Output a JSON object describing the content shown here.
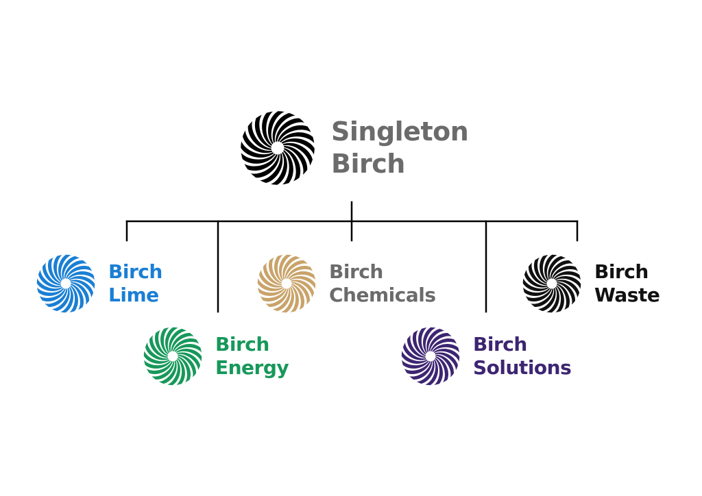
{
  "parent": {
    "line1": "Singleton",
    "line2": "Birch",
    "color": "#6b6b6b",
    "gradient": [
      "#1e4fd8",
      "#7b3fc4",
      "#d0408c",
      "#f08a3c"
    ]
  },
  "brands": {
    "lime": {
      "line1": "Birch",
      "line2": "Lime",
      "color": "#1a7fd4"
    },
    "chemicals": {
      "line1": "Birch",
      "line2": "Chemicals",
      "color": "#6b6b6b",
      "logo_color": "#c9a36a"
    },
    "waste": {
      "line1": "Birch",
      "line2": "Waste",
      "color": "#111111"
    },
    "energy": {
      "line1": "Birch",
      "line2": "Energy",
      "color": "#17985a"
    },
    "solutions": {
      "line1": "Birch",
      "line2": "Solutions",
      "color": "#3d2572"
    }
  },
  "logo_icon": "swirl-sun-icon",
  "connector_color": "#000000"
}
